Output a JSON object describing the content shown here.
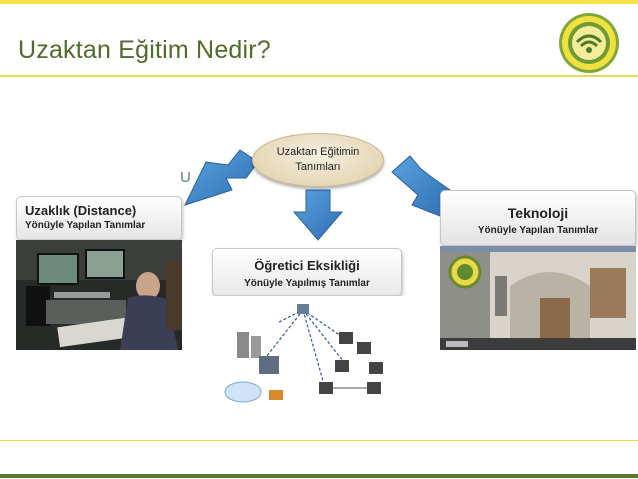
{
  "slide": {
    "title": "Uzaktan Eğitim Nedir?",
    "partial_label": "U"
  },
  "center_node": {
    "line1": "Uzaktan Eğitimin",
    "line2": "Tanımları"
  },
  "left_box": {
    "heading": "Uzaklık (Distance)",
    "subheading": "Yönüyle Yapılan Tanımlar"
  },
  "right_box": {
    "heading": "Teknoloji",
    "subheading": "Yönüyle Yapılan Tanımlar"
  },
  "middle_box": {
    "heading": "Öğretici Eksikliği",
    "subheading": "Yönüyle Yapılmış Tanımlar"
  },
  "colors": {
    "title": "#4f6c2a",
    "accent_yellow": "#e6dd4a",
    "footer_green": "#5a7a2a",
    "arrow_blue": "#3f86c9"
  },
  "images": {
    "left_photo": "video-conference-classroom-photo",
    "right_photo": "virtual-campus-screenshot",
    "center_diagram": "satellite-network-diagram",
    "logo": "university-seal-logo"
  }
}
